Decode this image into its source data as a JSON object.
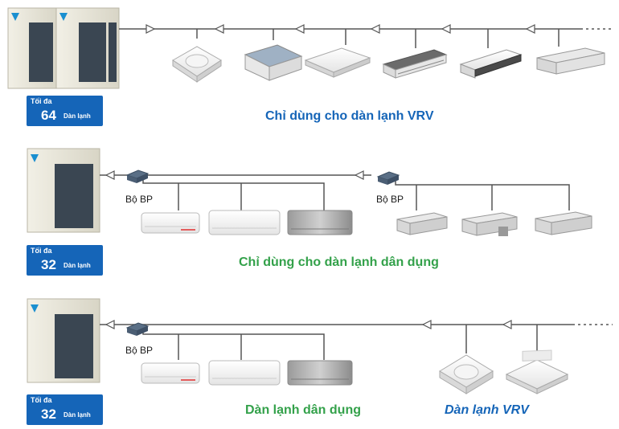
{
  "colors": {
    "badge_bg": "#1565b8",
    "caption_blue": "#1565b8",
    "caption_green": "#33a14a",
    "pipe": "#555555",
    "unit_body": "#e6e3d6"
  },
  "rows": [
    {
      "badge": {
        "label_top": "Tối đa",
        "number": "64",
        "unit": "Dàn lạnh"
      },
      "caption": "Chỉ dùng cho dàn lạnh VRV",
      "caption_color": "blue"
    },
    {
      "badge": {
        "label_top": "Tối đa",
        "number": "32",
        "unit": "Dàn lạnh"
      },
      "caption": "Chỉ dùng cho dàn lạnh dân dụng",
      "caption_color": "green",
      "bp_labels": [
        "Bộ BP",
        "Bộ BP"
      ]
    },
    {
      "badge": {
        "label_top": "Tối đa",
        "number": "32",
        "unit": "Dàn lạnh"
      },
      "caption_left": "Dàn lạnh dân dụng",
      "caption_right": "Dàn lạnh VRV",
      "bp_labels": [
        "Bộ BP"
      ]
    }
  ]
}
